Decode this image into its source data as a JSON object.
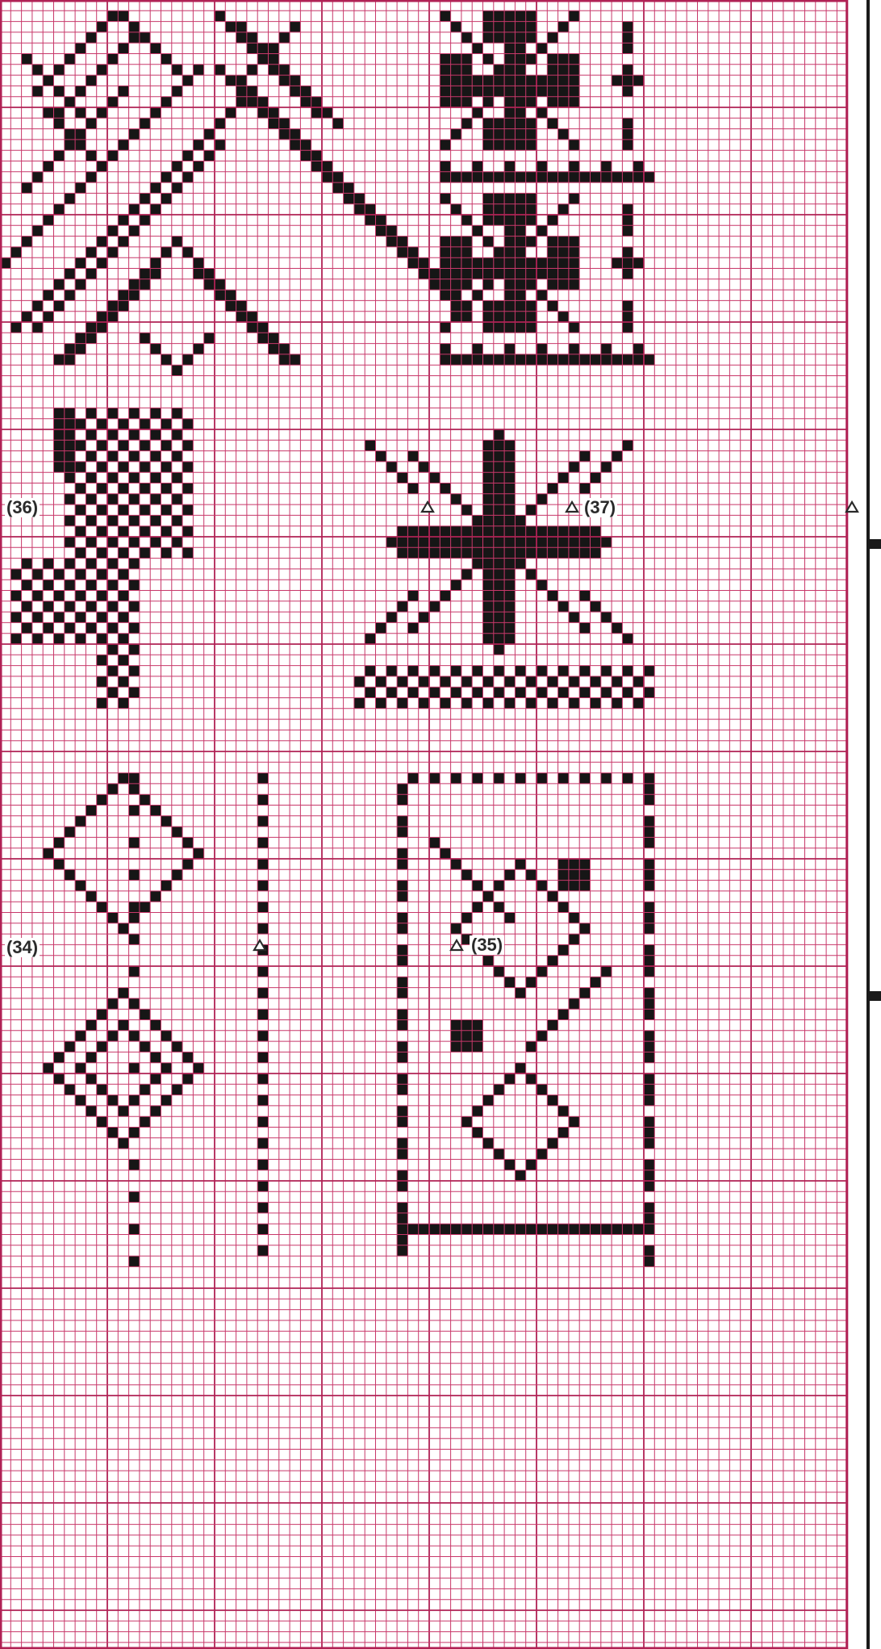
{
  "colors": {
    "paper": "#ffffff",
    "grid_line": "#c8386a",
    "grid_major": "#b02255",
    "stitch": "#161616",
    "label": "#2a2a2a",
    "right_strip": "#1a1a1a"
  },
  "chart_labels": {
    "chart_34": "(34)",
    "chart_35": "(35)",
    "chart_36": "(36)",
    "chart_37": "(37)"
  },
  "marker_icon": "triangle-outline-icon"
}
